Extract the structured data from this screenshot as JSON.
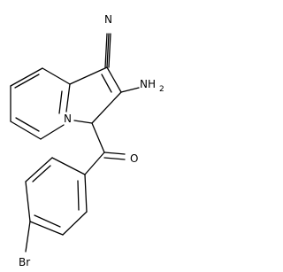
{
  "molecule": {
    "atoms": {
      "nitrile_n": "N",
      "amino_n": "NH",
      "amino_sub": "2",
      "ring_n": "N",
      "carbonyl_o": "O",
      "bromine": "Br"
    }
  }
}
